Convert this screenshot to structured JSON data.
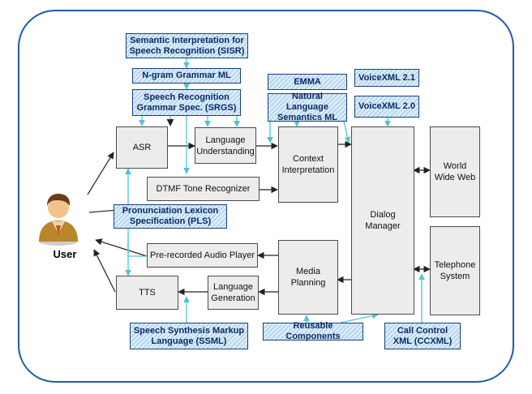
{
  "user": {
    "label": "User"
  },
  "components": {
    "asr": "ASR",
    "language_understanding": "Language Understanding",
    "context_interpretation": "Context Interpretation",
    "dialog_manager": "Dialog Manager",
    "world_wide_web": "World Wide Web",
    "telephone_system": "Telephone System",
    "dtmf": "DTMF Tone Recognizer",
    "audio_player": "Pre-recorded Audio Player",
    "media_planning": "Media Planning",
    "tts": "TTS",
    "language_generation": "Language Generation"
  },
  "specs": {
    "sisr": "Semantic Interpretation for Speech Recognition (SISR)",
    "ngram": "N-gram Grammar ML",
    "srgs": "Speech Recognition Grammar Spec. (SRGS)",
    "emma": "EMMA",
    "voicexml21": "VoiceXML 2.1",
    "nlsml": "Natural Language Semantics ML",
    "voicexml20": "VoiceXML 2.0",
    "pls": "Pronunciation Lexicon Specification (PLS)",
    "ssml": "Speech Synthesis Markup Language (SSML)",
    "reusable": "Reusable Components",
    "ccxml": "Call Control XML (CCXML)"
  },
  "colors": {
    "frame": "#1f5aa6",
    "spec_fill": "#d9ecf9",
    "spec_text": "#0c2a66",
    "box_fill": "#ececec",
    "connector": "#4fc3d3",
    "arrow": "#222222"
  }
}
